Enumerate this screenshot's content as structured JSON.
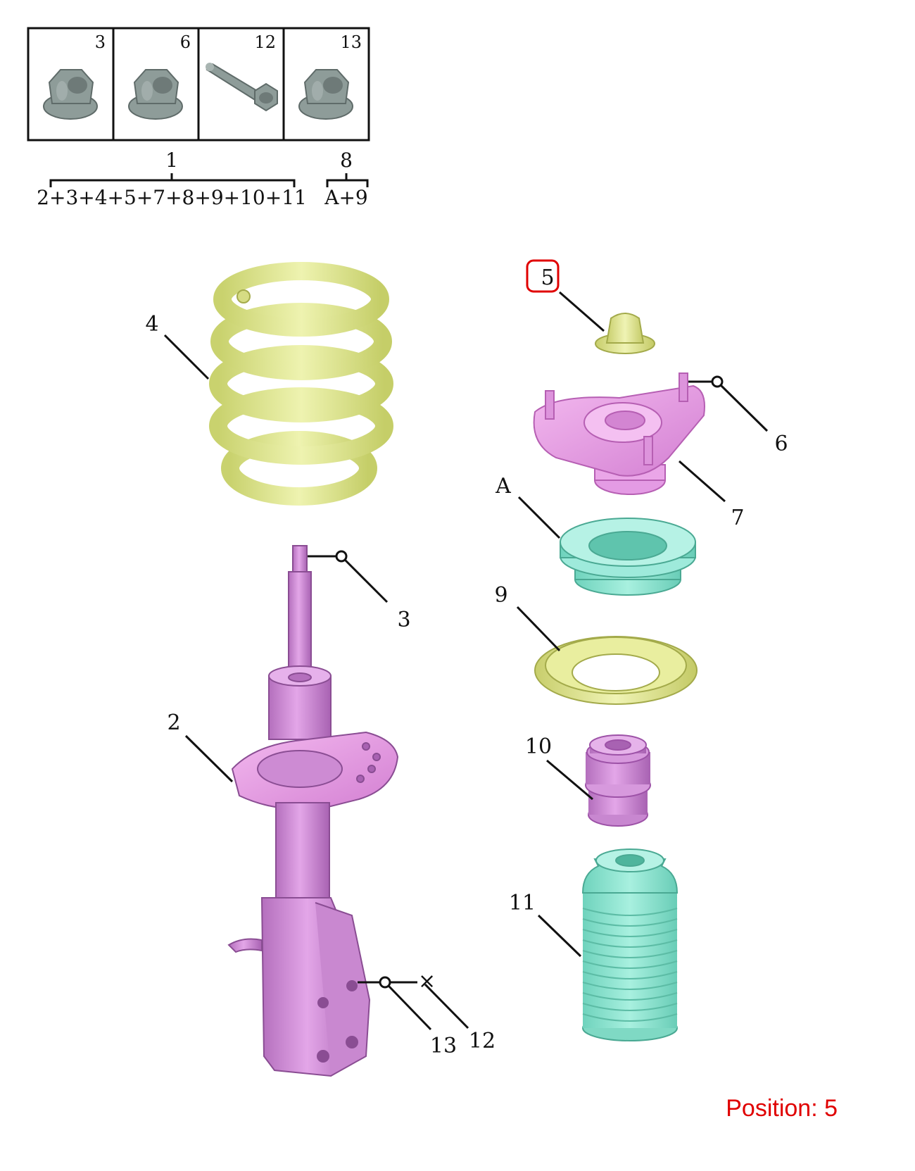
{
  "hardware_boxes": [
    {
      "number": "3",
      "icon": "flange-nut-icon"
    },
    {
      "number": "6",
      "icon": "flange-nut-icon"
    },
    {
      "number": "12",
      "icon": "bolt-icon"
    },
    {
      "number": "13",
      "icon": "flange-nut-icon"
    }
  ],
  "assemblies": [
    {
      "number": "1",
      "formula": "2+3+4+5+7+8+9+10+11"
    },
    {
      "number": "8",
      "formula": "A+9"
    }
  ],
  "callouts": {
    "c2": "2",
    "c3": "3",
    "c4": "4",
    "c5": "5",
    "c6": "6",
    "c7": "7",
    "cA": "A",
    "c9": "9",
    "c10": "10",
    "c11": "11",
    "c12": "12",
    "c13": "13"
  },
  "highlighted_callout": "5",
  "position_label": "Position: 5",
  "colors": {
    "spring": "#e3ea94",
    "strut": "#dd94e2",
    "mount": "#eea0ea",
    "bearing": "#8ee6d2",
    "seat": "#e6ec9a",
    "hardware": "#8e9c99",
    "highlight": "#e00000"
  }
}
